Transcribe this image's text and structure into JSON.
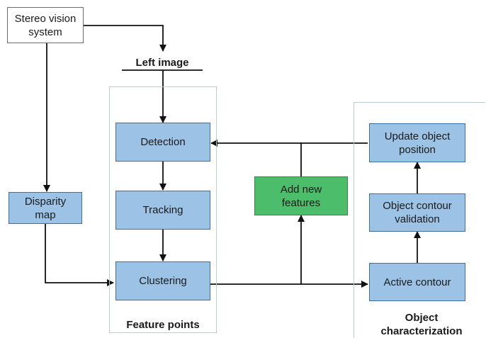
{
  "nodes": {
    "stereo_vision_system": "Stereo vision system",
    "left_image": "Left image",
    "detection": "Detection",
    "tracking": "Tracking",
    "clustering": "Clustering",
    "disparity_map": "Disparity map",
    "add_new_features": "Add new features",
    "update_object_position": "Update object position",
    "object_contour_validation": "Object contour validation",
    "active_contour": "Active contour"
  },
  "groups": {
    "feature_points": "Feature points",
    "object_characterization": "Object characterization"
  },
  "colors": {
    "process_fill": "#9cc3e6",
    "process_border": "#3d6f9f",
    "feature_fill": "#4cbd6a",
    "feature_border": "#2f8747",
    "group_border": "#b9cfcf",
    "line": "#111111"
  }
}
